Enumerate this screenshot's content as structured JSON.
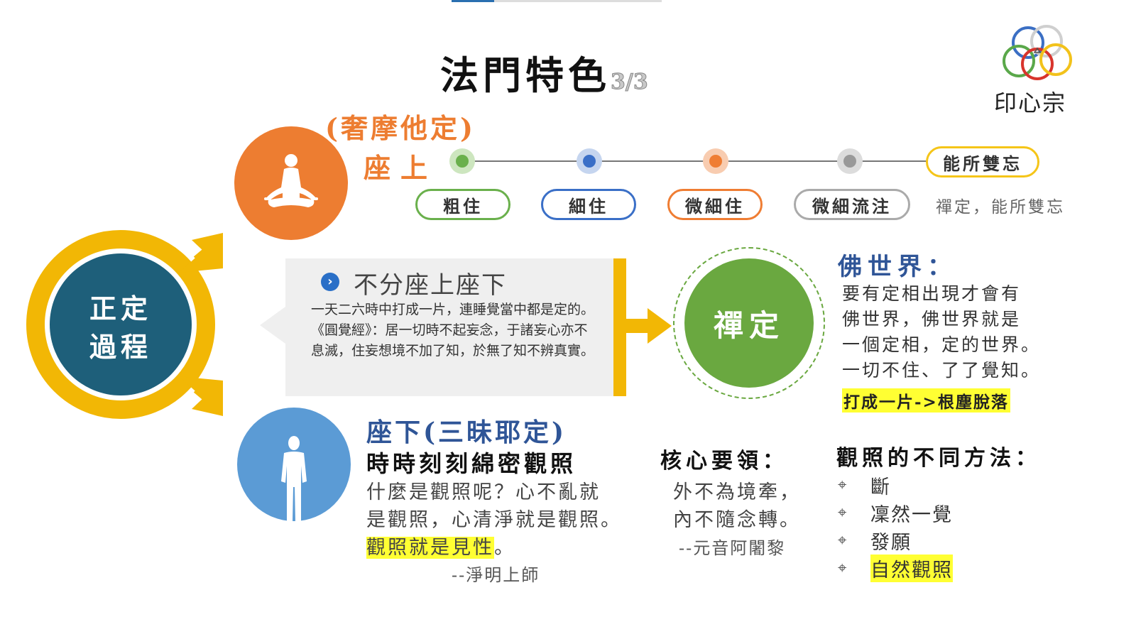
{
  "title": {
    "main": "法門特色",
    "sub": "3/3"
  },
  "logo": {
    "label": "印心宗"
  },
  "zuoshang": {
    "heading_line1": "(奢摩他定)",
    "heading_line2": "座上",
    "icon": "meditation-icon",
    "stages": [
      "粗住",
      "細住",
      "微細住",
      "微細流注",
      "能所雙忘"
    ],
    "final_note": "禪定，能所雙忘",
    "colors": [
      "#6ab04c",
      "#3a6fc7",
      "#ef7d33",
      "#999999",
      "#f5c518"
    ]
  },
  "center": {
    "label_line1": "正定",
    "label_line2": "過程",
    "color": "#1e5f7a",
    "ring_color": "#f2b705"
  },
  "callout": {
    "title": "不分座上座下",
    "body": "一天二六時中打成一片，連睡覺當中都是定的。《圓覺經》：居一切時不起妄念，于諸妄心亦不息滅，住妄想境不加了知，於無了知不辨真實。"
  },
  "chan": {
    "label": "禪定",
    "color": "#6aa840"
  },
  "buddha_world": {
    "heading": "佛世界：",
    "lines": [
      "要有定相出現才會有",
      "佛世界，佛世界就是",
      "一個定相，定的世界。",
      "一切不住、了了覺知。"
    ],
    "highlight": "打成一片->根塵脫落"
  },
  "zuoxia": {
    "heading": "座下(三昧耶定)",
    "subheading": "時時刻刻綿密觀照",
    "lines": [
      "什麼是觀照呢？心不亂就",
      "是觀照，心清淨就是觀照。"
    ],
    "highlight": "觀照就是見性",
    "highlight_tail": "。",
    "attribution": "--淨明上師",
    "icon": "standing-person-icon"
  },
  "core": {
    "heading": "核心要領：",
    "lines": [
      "外不為境牽，",
      "內不隨念轉。"
    ],
    "attribution": "--元音阿闍黎"
  },
  "methods": {
    "heading": "觀照的不同方法：",
    "items": [
      "斷",
      "凜然一覺",
      "發願",
      "自然觀照"
    ]
  }
}
